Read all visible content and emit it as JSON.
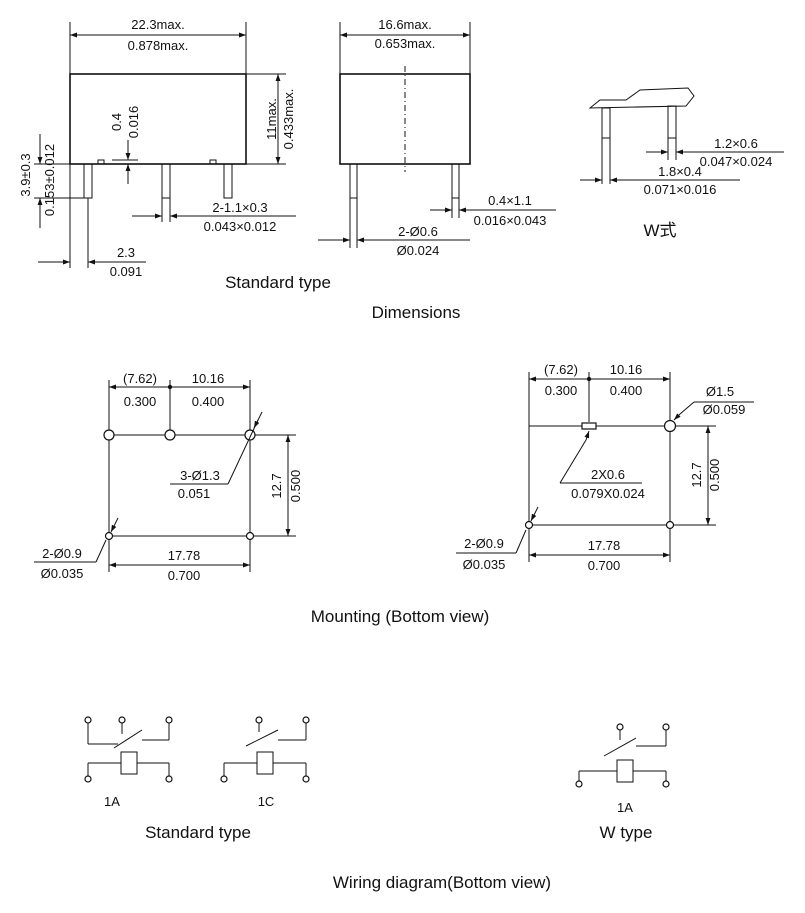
{
  "dimensions": {
    "front": {
      "width_mm": "22.3max.",
      "width_in": "0.878max.",
      "height_mm": "11max.",
      "height_in": "0.433max.",
      "gap_mm": "0.4",
      "gap_in": "0.016",
      "pin_len_mm": "3.9±0.3",
      "pin_len_in": "0.153±0.012",
      "pin_size_mm": "2-1.1×0.3",
      "pin_size_in": "0.043×0.012",
      "offset_mm": "2.3",
      "offset_in": "0.091"
    },
    "side": {
      "width_mm": "16.6max.",
      "width_in": "0.653max.",
      "pin_dia_mm": "2-Ø0.6",
      "pin_dia_in": "Ø0.024",
      "pin_size_mm": "0.4×1.1",
      "pin_size_in": "0.016×0.043"
    },
    "w_type": {
      "pin_a_mm": "1.2×0.6",
      "pin_a_in": "0.047×0.024",
      "pin_b_mm": "1.8×0.4",
      "pin_b_in": "0.071×0.016",
      "label": "W式"
    },
    "standard_type_label": "Standard type",
    "title": "Dimensions"
  },
  "mounting": {
    "left": {
      "pitch_a_mm": "(7.62)",
      "pitch_a_in": "0.300",
      "pitch_b_mm": "10.16",
      "pitch_b_in": "0.400",
      "hole3_mm": "3-Ø1.3",
      "hole3_in": "0.051",
      "height_mm": "12.7",
      "height_in": "0.500",
      "hole2_mm": "2-Ø0.9",
      "hole2_in": "Ø0.035",
      "width_mm": "17.78",
      "width_in": "0.700"
    },
    "right": {
      "pitch_a_mm": "(7.62)",
      "pitch_a_in": "0.300",
      "pitch_b_mm": "10.16",
      "pitch_b_in": "0.400",
      "hole_mm": "Ø1.5",
      "hole_in": "Ø0.059",
      "slot_mm": "2X0.6",
      "slot_in": "0.079X0.024",
      "height_mm": "12.7",
      "height_in": "0.500",
      "hole2_mm": "2-Ø0.9",
      "hole2_in": "Ø0.035",
      "width_mm": "17.78",
      "width_in": "0.700"
    },
    "title": "Mounting (Bottom view)"
  },
  "wiring": {
    "label_1a": "1A",
    "label_1c": "1C",
    "label_w1a": "1A",
    "standard_type_label": "Standard type",
    "w_type_label": "W type",
    "title": "Wiring diagram(Bottom view)"
  }
}
